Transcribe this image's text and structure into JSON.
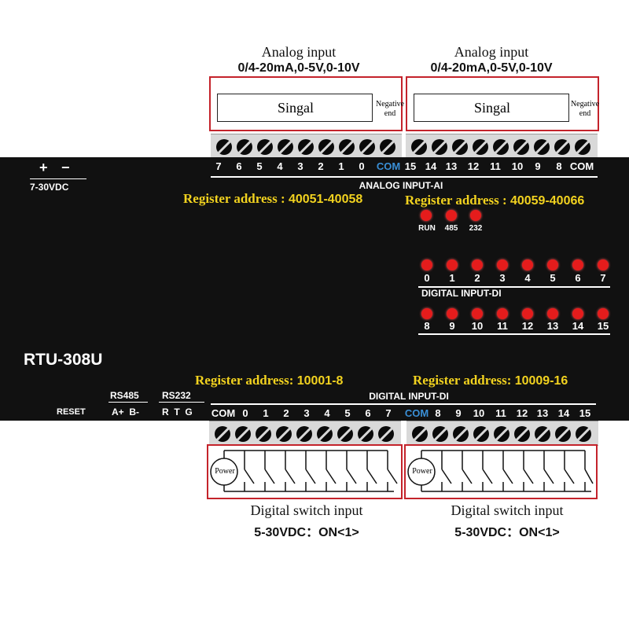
{
  "analog_left": {
    "title": "Analog input",
    "range": "0/4-20mA,0-5V,0-10V",
    "signal": "Singal",
    "negative": "Negative end"
  },
  "analog_right": {
    "title": "Analog input",
    "range": "0/4-20mA,0-5V,0-10V",
    "signal": "Singal",
    "negative": "Negative end"
  },
  "power": {
    "plus": "+",
    "minus": "−",
    "voltage": "7-30VDC"
  },
  "ai_terminals_left": [
    "7",
    "6",
    "5",
    "4",
    "3",
    "2",
    "1",
    "0",
    "COM"
  ],
  "ai_terminals_right": [
    "15",
    "14",
    "13",
    "12",
    "11",
    "10",
    "9",
    "8",
    "COM"
  ],
  "ai_header": "ANALOG INPUT-AI",
  "ai_register_label": "Register address",
  "ai_register_left": "40051-40058",
  "ai_register_right": "40059-40066",
  "status_leds": [
    "RUN",
    "485",
    "232"
  ],
  "di_leds_row1": [
    "0",
    "1",
    "2",
    "3",
    "4",
    "5",
    "6",
    "7"
  ],
  "di_leds_row2": [
    "8",
    "9",
    "10",
    "11",
    "12",
    "13",
    "14",
    "15"
  ],
  "di_led_header": "DIGITAL INPUT-DI",
  "model": "RTU-308U",
  "di_register_label": "Register address",
  "di_register_left": "10001-8",
  "di_register_right": "10009-16",
  "di_header": "DIGITAL INPUT-DI",
  "bottom_left_labels": {
    "reset": "RESET",
    "rs485": "RS485",
    "rs485_pins": "A+  B-",
    "rs232": "RS232",
    "rs232_pins": "R  T  G"
  },
  "di_terminals_left": [
    "COM",
    "0",
    "1",
    "2",
    "3",
    "4",
    "5",
    "6",
    "7"
  ],
  "di_terminals_right": [
    "COM",
    "8",
    "9",
    "10",
    "11",
    "12",
    "13",
    "14",
    "15"
  ],
  "switch_left": {
    "power": "Power",
    "title": "Digital switch input",
    "spec": "5-30VDC：ON<1>"
  },
  "switch_right": {
    "power": "Power",
    "title": "Digital switch input",
    "spec": "5-30VDC：ON<1>"
  },
  "colors": {
    "panel": "#111111",
    "led": "#e51c1c",
    "register": "#f2d21f",
    "com": "#3a8fd6",
    "frame": "#c4232b"
  }
}
